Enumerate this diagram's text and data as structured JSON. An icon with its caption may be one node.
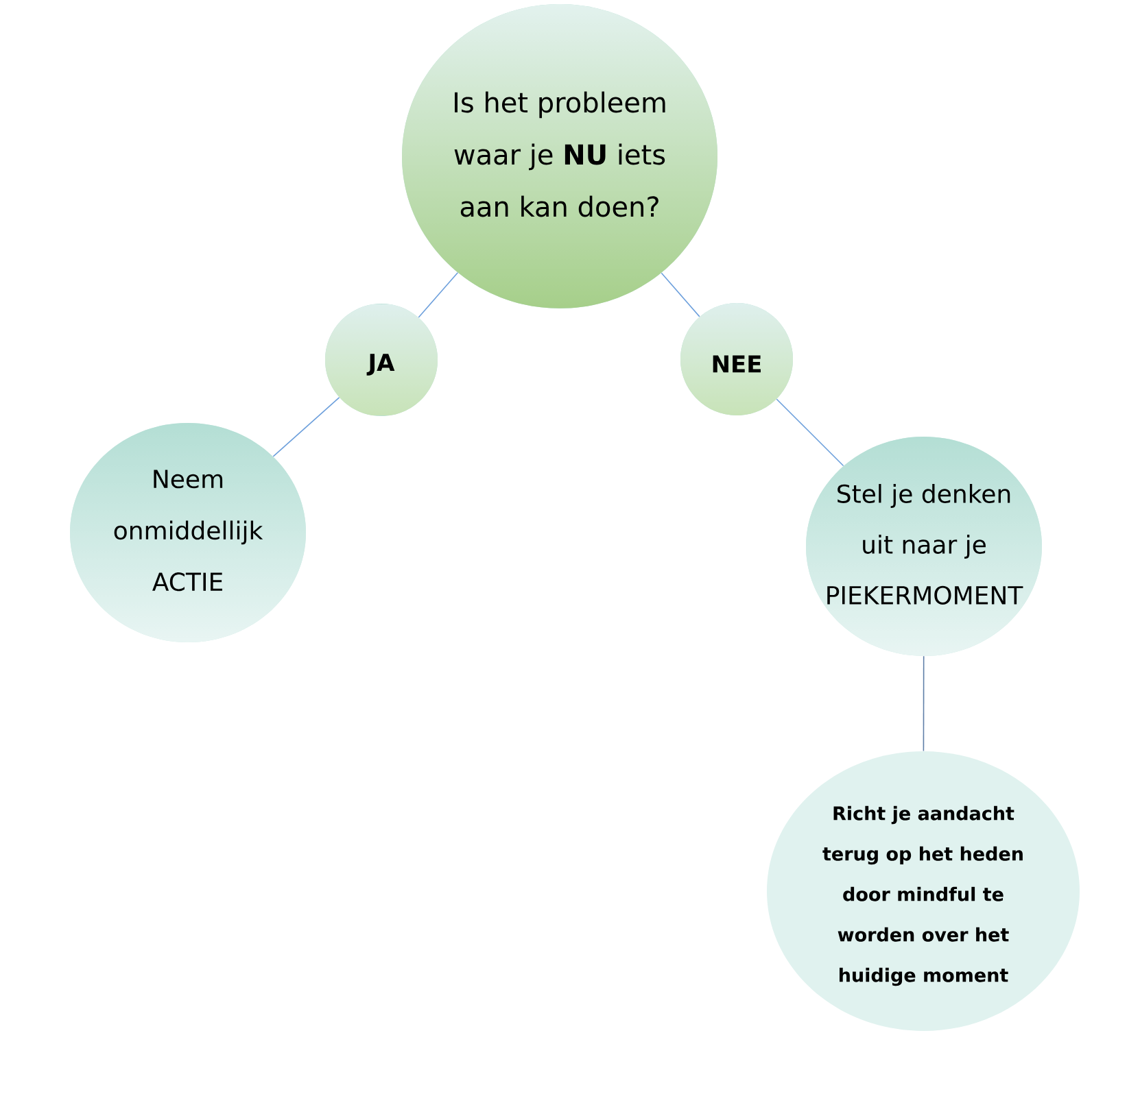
{
  "diagram": {
    "nodes": [
      {
        "text": [
          "Is het probleem waar je **NU** iets aan kan doen?"
        ]
      },
      {
        "text": [
          "JA"
        ]
      },
      {
        "text": [
          "NEE"
        ]
      },
      {
        "text": [
          "Neem onmiddellijk ACTIE"
        ]
      },
      {
        "text": [
          "Stel je denken uit naar je PIEKERMOMENT"
        ]
      },
      {
        "text": [
          "Richt je aandacht terug op het heden door mindful te worden over het huidige moment"
        ]
      }
    ],
    "edges": [
      {
        "from": 0,
        "to": 1,
        "arrow": "none"
      },
      {
        "from": 1,
        "to": 3,
        "arrow": "none"
      },
      {
        "from": 0,
        "to": 2,
        "arrow": "none"
      },
      {
        "from": 2,
        "to": 4,
        "arrow": "none"
      },
      {
        "from": 4,
        "to": 5,
        "arrow": "none",
        "color": "#5f7fa8"
      }
    ]
  }
}
